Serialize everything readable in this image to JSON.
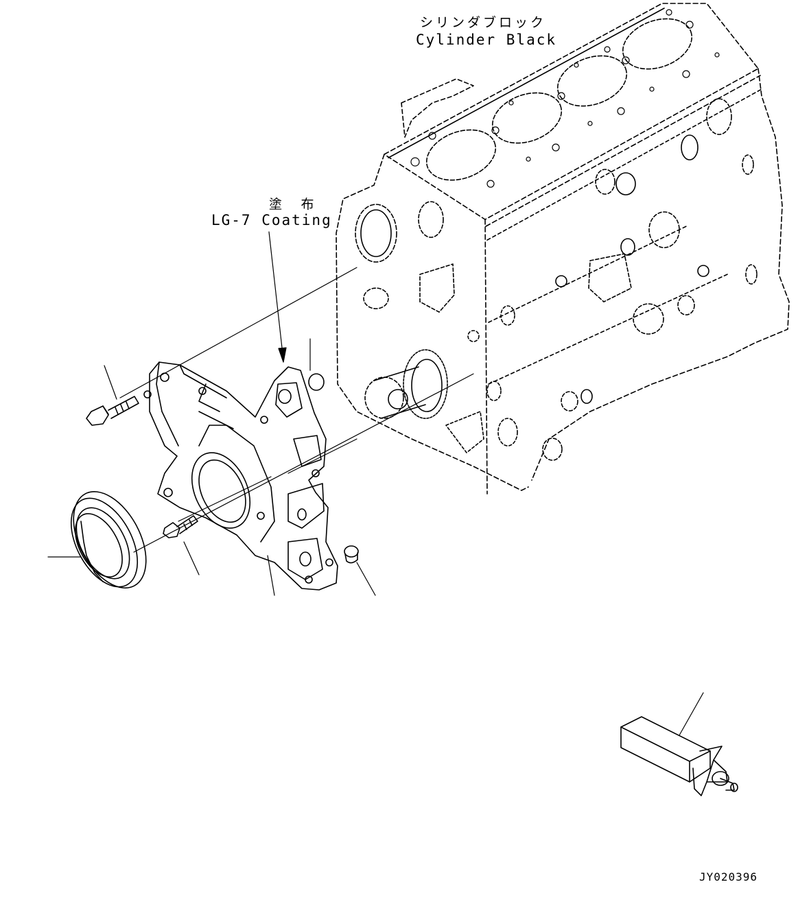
{
  "labels": {
    "cylinder_block_jp": "シリンダブロック",
    "cylinder_block_en": "Cylinder Black",
    "coating_jp": "塗 布",
    "coating_en": "LG-7 Coating",
    "drawing_code": "JY020396"
  },
  "colors": {
    "line": "#000000",
    "background": "#ffffff"
  },
  "icons": {
    "parts": [
      "cylinder-block",
      "front-cover",
      "oil-seal",
      "flange-bolt",
      "short-bolt",
      "o-ring",
      "dowel-pin",
      "seal-installer-tool"
    ]
  }
}
